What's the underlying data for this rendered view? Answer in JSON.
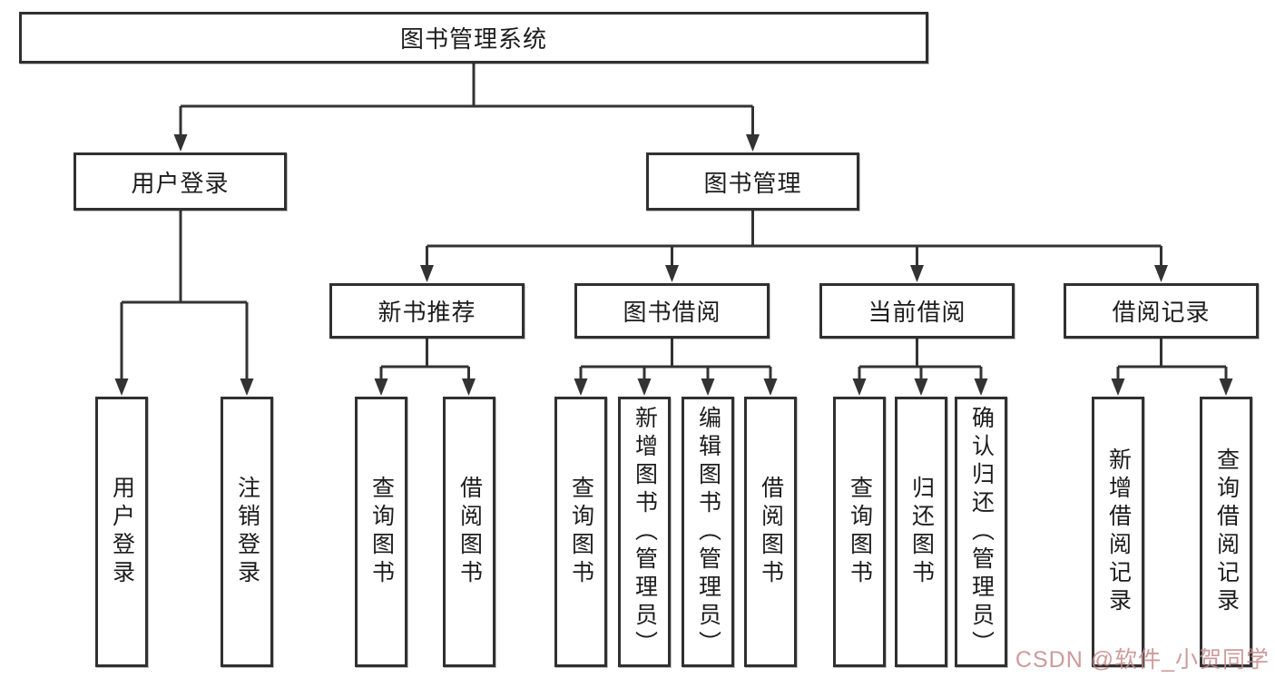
{
  "title": "图书管理系统",
  "watermark": "CSDN @软件_小贺同学",
  "colors": {
    "line": "#333333",
    "box_border": "#303030",
    "box_fill": "#ffffff",
    "text": "#1c1c1c",
    "watermark": "#c58a8a"
  },
  "nodes": {
    "root": {
      "label": "图书管理系统"
    },
    "level2": [
      {
        "label": "用户登录"
      },
      {
        "label": "图书管理"
      }
    ],
    "level3": [
      {
        "label": "新书推荐",
        "parent": "图书管理"
      },
      {
        "label": "图书借阅",
        "parent": "图书管理"
      },
      {
        "label": "当前借阅",
        "parent": "图书管理"
      },
      {
        "label": "借阅记录",
        "parent": "图书管理"
      }
    ],
    "leaves": [
      {
        "label": "用户登录",
        "parent": "用户登录"
      },
      {
        "label": "注销登录",
        "parent": "用户登录"
      },
      {
        "label": "查询图书",
        "parent": "新书推荐"
      },
      {
        "label": "借阅图书",
        "parent": "新书推荐"
      },
      {
        "label": "查询图书",
        "parent": "图书借阅"
      },
      {
        "label": "新增图书（管理员）",
        "parent": "图书借阅"
      },
      {
        "label": "编辑图书（管理员）",
        "parent": "图书借阅"
      },
      {
        "label": "借阅图书",
        "parent": "图书借阅"
      },
      {
        "label": "查询图书",
        "parent": "当前借阅"
      },
      {
        "label": "归还图书",
        "parent": "当前借阅"
      },
      {
        "label": "确认归还（管理员）",
        "parent": "当前借阅"
      },
      {
        "label": "新增借阅记录",
        "parent": "借阅记录"
      },
      {
        "label": "查询借阅记录",
        "parent": "借阅记录"
      }
    ]
  }
}
